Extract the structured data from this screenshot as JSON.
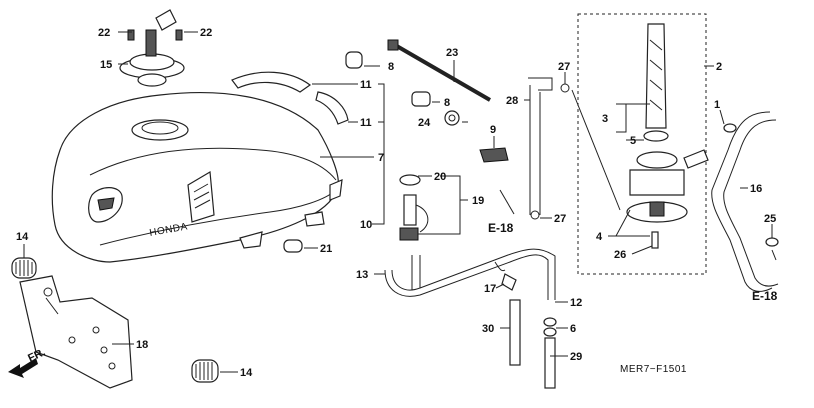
{
  "callouts": {
    "c1": "1",
    "c2": "2",
    "c3": "3",
    "c4": "4",
    "c5": "5",
    "c6": "6",
    "c7": "7",
    "c8a": "8",
    "c8b": "8",
    "c9": "9",
    "c10": "10",
    "c11a": "11",
    "c11b": "11",
    "c12": "12",
    "c13": "13",
    "c14a": "14",
    "c14b": "14",
    "c15": "15",
    "c16": "16",
    "c17": "17",
    "c18": "18",
    "c19": "19",
    "c20": "20",
    "c21": "21",
    "c22a": "22",
    "c22b": "22",
    "c23": "23",
    "c24": "24",
    "c25": "25",
    "c26": "26",
    "c27a": "27",
    "c27b": "27",
    "c28": "28",
    "c29": "29",
    "c30": "30"
  },
  "refs": {
    "e18_left": "E-18",
    "e18_right": "E-18",
    "front": "FR."
  },
  "diagram_code": "MER7−F1501"
}
